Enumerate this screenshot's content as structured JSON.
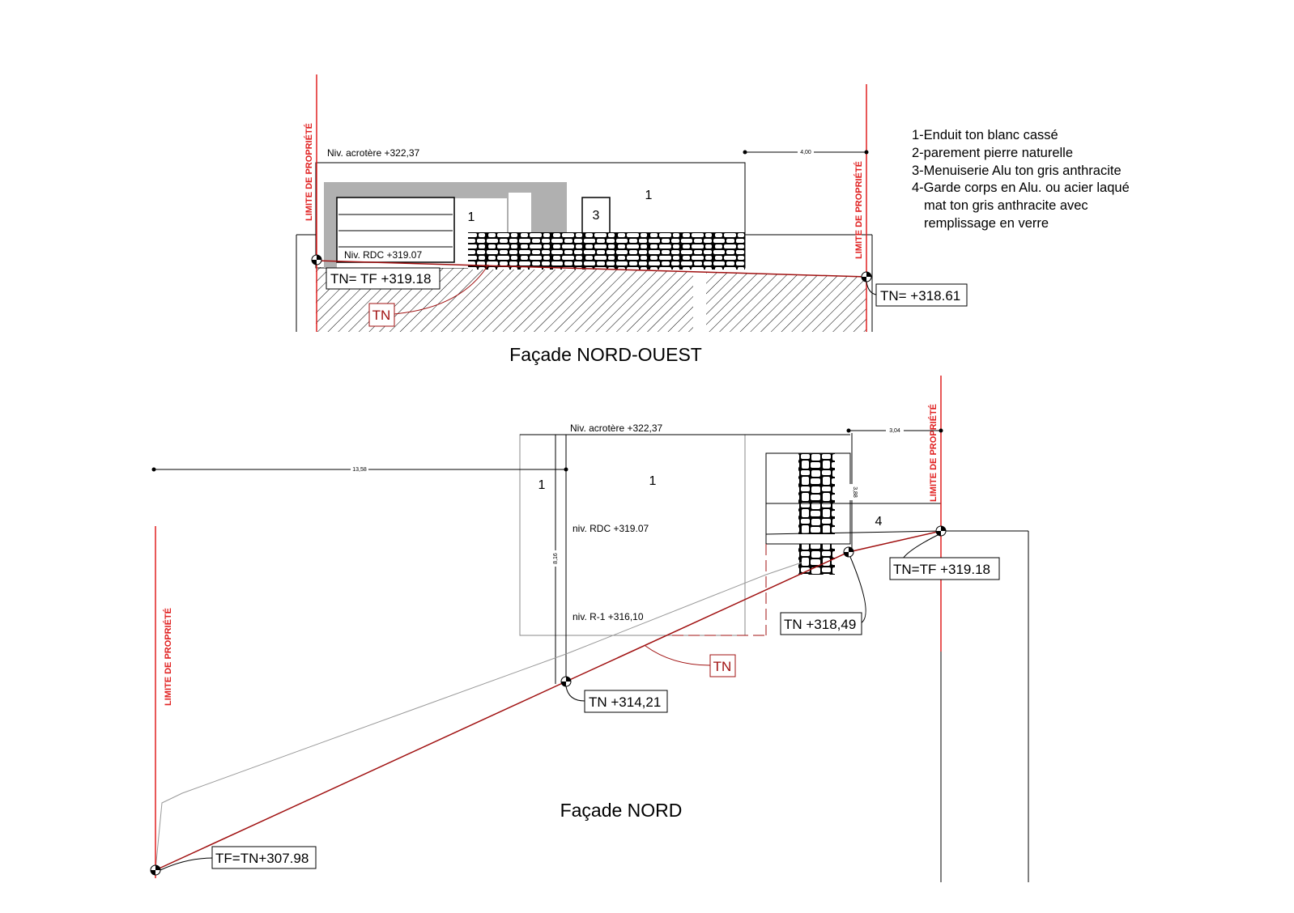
{
  "legend": {
    "items": [
      "1-Enduit ton blanc cassé",
      "2-parement pierre naturelle",
      "3-Menuiserie Alu ton gris anthracite",
      "4-Garde corps en Alu. ou acier laqué"
    ],
    "item4_cont": [
      "mat ton gris anthracite avec",
      "remplissage en verre"
    ]
  },
  "property_limit": "LIMITE DE PROPRIÉTÉ",
  "facade_nw": {
    "title": "Façade NORD-OUEST",
    "acrotere": "Niv. acrotère +322,37",
    "rdc": "Niv. RDC  +319.07",
    "dim": "4,00",
    "tn_left": "TN= TF +319.18",
    "tn_right": "TN= +318.61",
    "tn_tag": "TN",
    "mat_labels": [
      "1",
      "1",
      "3"
    ]
  },
  "facade_n": {
    "title": "Façade NORD",
    "acrotere": "Niv. acrotère +322,37",
    "rdc": "niv. RDC +319.07",
    "r1": "niv. R-1 +316,10",
    "dim_h": "13,58",
    "dim_top": "3,04",
    "dim_v1": "8,16",
    "dim_v2": "3,88",
    "tn_1": "TN +314,21",
    "tn_2": "TN +318,49",
    "tn_3": "TN=TF +319.18",
    "tn_4": "TF=TN+307.98",
    "tn_tag": "TN",
    "mat_labels": [
      "1",
      "1",
      "4"
    ]
  },
  "colors": {
    "limit": "#e02020",
    "terrain": "#a01010",
    "wall_grey": "#b0b0b0"
  }
}
